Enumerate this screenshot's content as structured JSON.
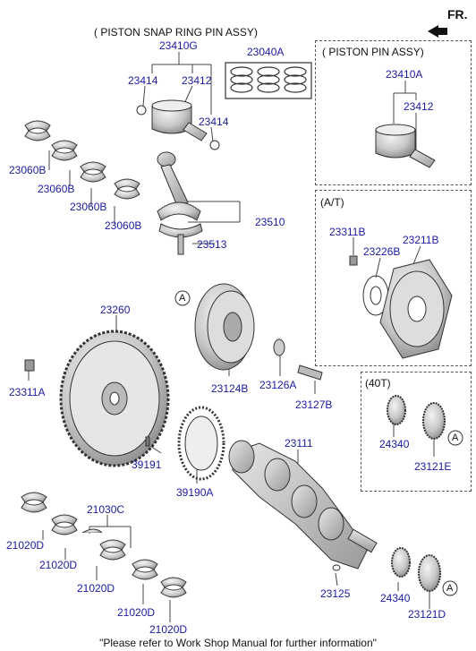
{
  "header": {
    "direction": "FR."
  },
  "groups": {
    "piston_snap_ring_pin_assy": "( PISTON  SNAP RING  PIN ASSY)",
    "piston_pin_assy": "( PISTON  PIN ASSY)",
    "at": "(A/T)",
    "forty_t": "(40T)"
  },
  "parts": {
    "p23410G": "23410G",
    "p23040A": "23040A",
    "p23414a": "23414",
    "p23412a": "23412",
    "p23414b": "23414",
    "p23410A": "23410A",
    "p23412b": "23412",
    "p23060B_1": "23060B",
    "p23060B_2": "23060B",
    "p23060B_3": "23060B",
    "p23060B_4": "23060B",
    "p23510": "23510",
    "p23513": "23513",
    "p23311B": "23311B",
    "p23226B": "23226B",
    "p23211B": "23211B",
    "p23260": "23260",
    "p23311A": "23311A",
    "p23124B": "23124B",
    "p23126A": "23126A",
    "p23127B": "23127B",
    "p24340a": "24340",
    "p23121E": "23121E",
    "p23111": "23111",
    "p39191": "39191",
    "p39190A": "39190A",
    "p21030C": "21030C",
    "p21020D_1": "21020D",
    "p21020D_2": "21020D",
    "p21020D_3": "21020D",
    "p21020D_4": "21020D",
    "p21020D_5": "21020D",
    "p23125": "23125",
    "p24340b": "24340",
    "p23121D": "23121D"
  },
  "callouts": {
    "a1": "A",
    "a2": "A",
    "a3": "A"
  },
  "footer": "\"Please refer to Work Shop Manual for further information\""
}
